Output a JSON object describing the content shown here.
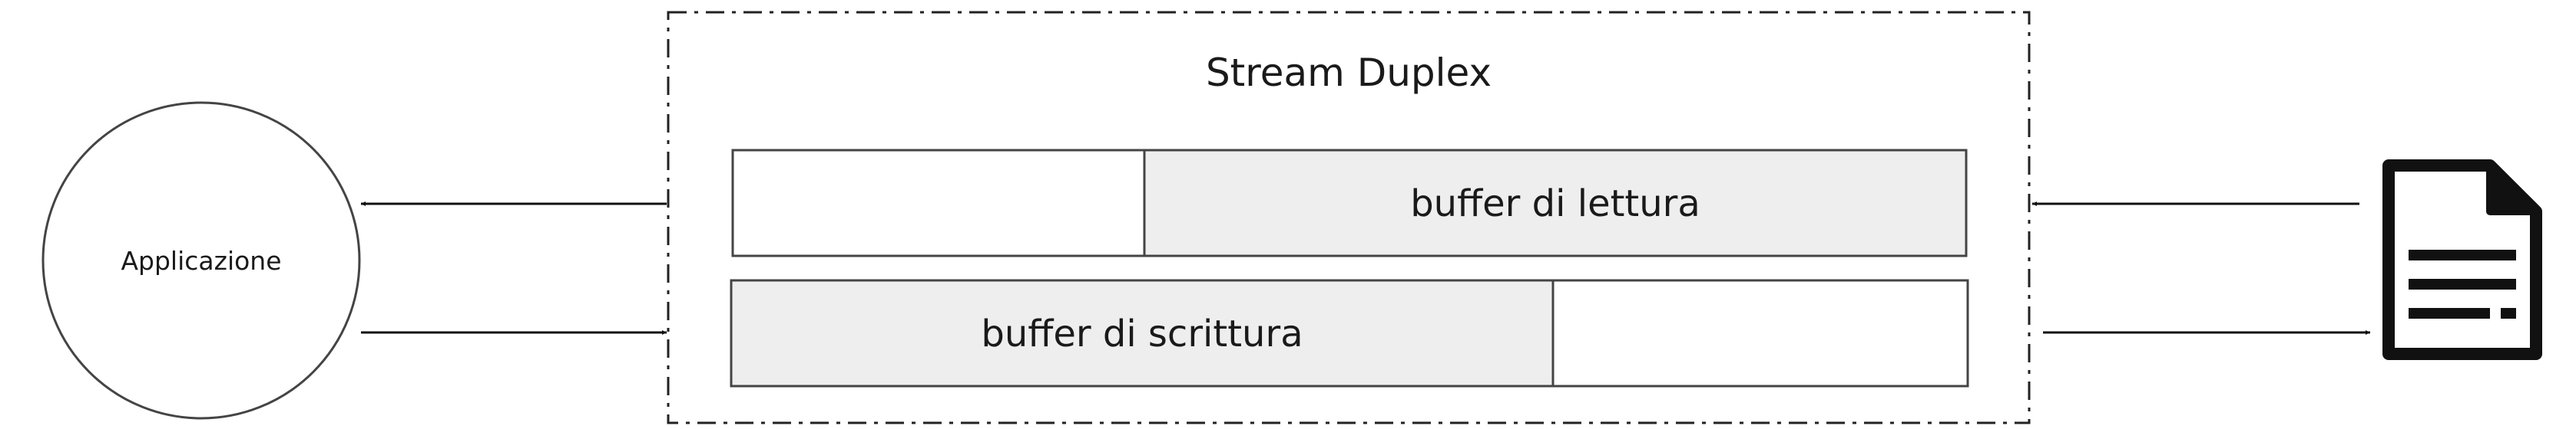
{
  "diagram": {
    "application_label": "Applicazione",
    "stream_title": "Stream Duplex",
    "read_buffer_label": "buffer di lettura",
    "write_buffer_label": "buffer di scrittura"
  },
  "colors": {
    "stroke": "#444444",
    "buffer_fill": "#eeeeee",
    "document_icon": "#111111"
  },
  "icons": {
    "external_source": "document-icon"
  }
}
